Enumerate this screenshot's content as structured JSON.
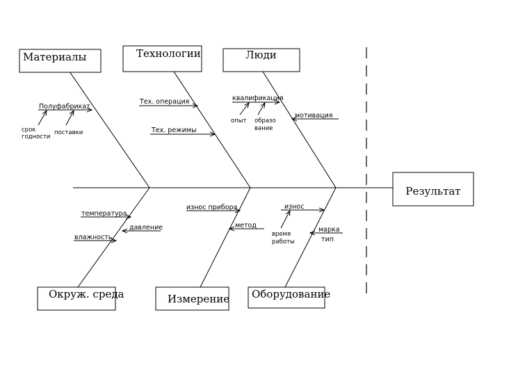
{
  "result": "Результат",
  "categories": {
    "materials": "Материалы",
    "technologies": "Технологии",
    "people": "Люди",
    "environment": "Окруж. среда",
    "measurement": "Измерение",
    "equipment": "Оборудование"
  },
  "causes": {
    "semi_finished": "Полуфабрикат",
    "shelf_life_1": "срок",
    "shelf_life_2": "годности",
    "supplies": "поставки",
    "tech_operation": "Тех. операция",
    "tech_modes": "Тех. режимы",
    "qualification": "квалификация",
    "experience": "опыт",
    "education_1": "образо",
    "education_2": "вание",
    "motivation": "мотивация",
    "temperature": "температура",
    "pressure": "давление",
    "humidity": "влажность",
    "device_wear": "износ прибора",
    "method": "метод",
    "wear": "износ",
    "operating_time_1": "время",
    "operating_time_2": "работы",
    "brand": "марка",
    "type": "тип"
  }
}
